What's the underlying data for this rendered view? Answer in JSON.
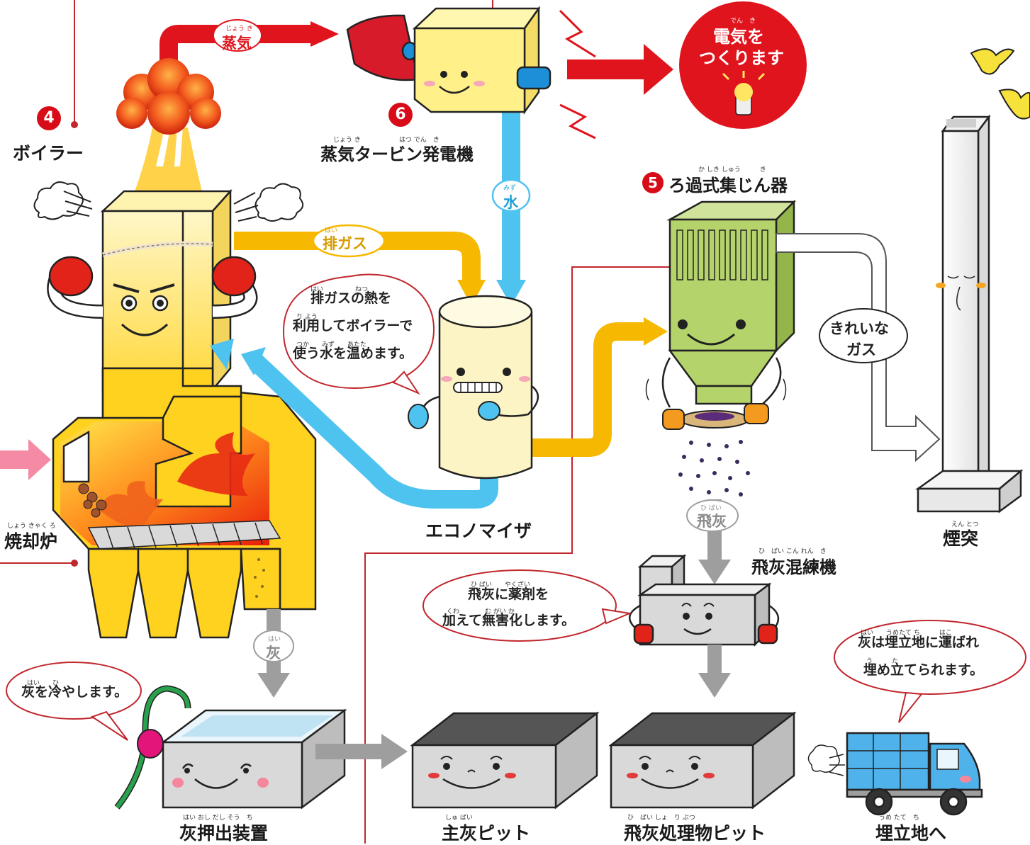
{
  "labels": {
    "boiler": "ボイラー",
    "boiler_num": "4",
    "turbine": "蒸気タービン発電機",
    "turbine_num": "6",
    "turbine_ruby": "じょう き　　　　　　はつ でん　き",
    "filter": "ろ過式集じん器",
    "filter_num": "5",
    "filter_ruby": "か しき しゅう　　　き",
    "economizer": "エコノマイザ",
    "incinerator": "焼却炉",
    "incinerator_ruby": "しょう きゃく ろ",
    "chimney": "煙突",
    "chimney_ruby": "えん とつ",
    "mixer": "飛灰混練機",
    "mixer_ruby": "ひ　ばい こん れん　き",
    "ash_pusher": "灰押出装置",
    "ash_pusher_ruby": "はい おし だし そう　ち",
    "main_pit": "主灰ピット",
    "main_pit_ruby": "しゅ ばい",
    "fly_pit": "飛灰処理物ピット",
    "fly_pit_ruby": "ひ　ばい しょ　り ぶつ",
    "landfill": "埋立地へ",
    "landfill_ruby": "うめ たて　ち"
  },
  "flows": {
    "steam": "蒸気",
    "steam_ruby": "じょう き",
    "water": "水",
    "water_ruby": "みず",
    "exhaust": "排ガス",
    "exhaust_ruby": "はい",
    "fly_ash": "飛灰",
    "fly_ash_ruby": "ひ ばい",
    "ash": "灰",
    "ash_ruby": "はい",
    "clean_gas_1": "きれいな",
    "clean_gas_2": "ガス"
  },
  "bubbles": {
    "electricity_1": "電気を",
    "electricity_2": "つくります",
    "electricity_ruby": "でん　き",
    "economizer_1": "排ガスの熱を",
    "economizer_1_ruby": "はい　　　　　ねつ",
    "economizer_2": "利用してボイラーで",
    "economizer_2_ruby": "り よう",
    "economizer_3": "使う水を温めます。",
    "economizer_3_ruby": "つか　　みず　　あたた",
    "mixer_1": "飛灰に薬剤を",
    "mixer_1_ruby": "ひ ばい　　やくざい",
    "mixer_2": "加えて無害化します。",
    "mixer_2_ruby": "くわ　　　　む がい か",
    "cool_ash": "灰を冷やします。",
    "cool_ash_ruby": "はい　　ひ",
    "landfill_1": "灰は埋立地に運ばれ",
    "landfill_1_ruby": "はい　　うめたて ち　　　はこ",
    "landfill_2": "埋め立てられます。",
    "landfill_2_ruby": "う　　　た"
  },
  "colors": {
    "steam_red": "#e0141d",
    "water_blue": "#4fc3ef",
    "exhaust_yellow": "#f6b800",
    "ash_gray": "#9e9e9e",
    "boiler_yellow": "#ffe14a",
    "filter_green": "#b5d36b",
    "turbine_yellow": "#fff08a",
    "economizer_cream": "#fdf4c6",
    "leader_red": "#c1272d",
    "accent_red": "#d70c18"
  }
}
